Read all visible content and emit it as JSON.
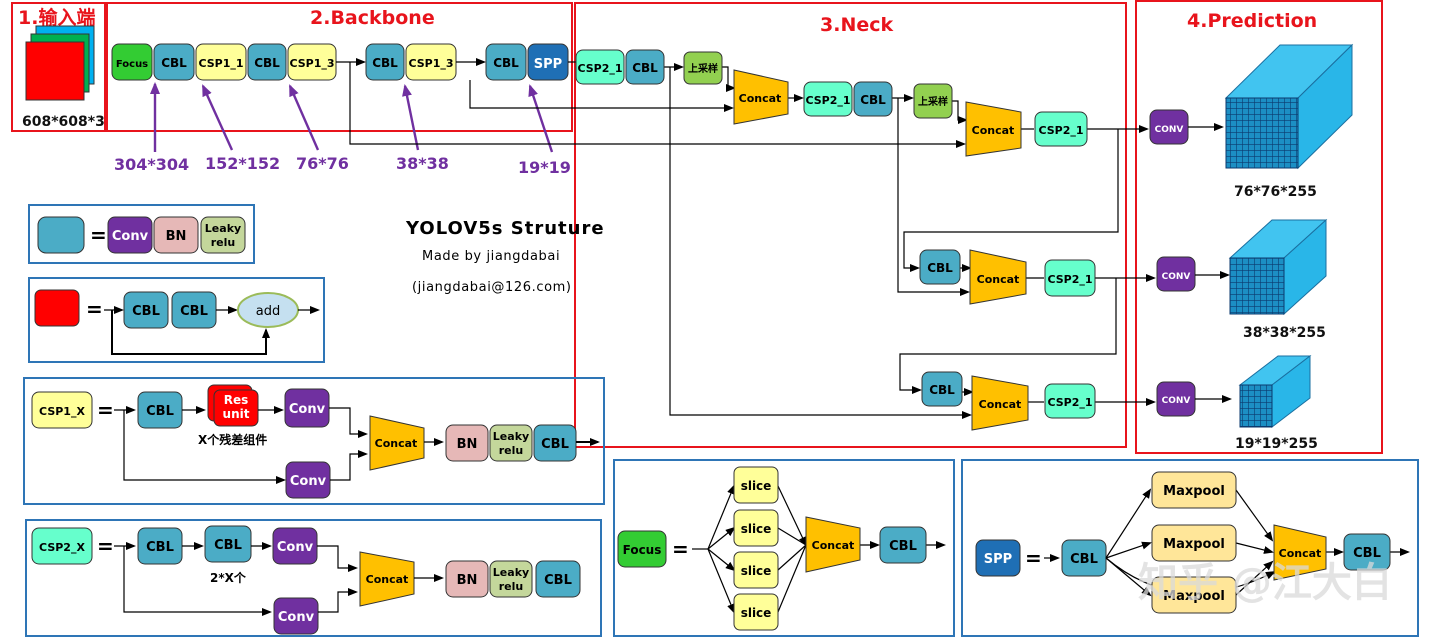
{
  "sections": {
    "input": "1.输入端",
    "backbone": "2.Backbone",
    "neck": "3.Neck",
    "prediction": "4.Prediction"
  },
  "input_size": "608*608*3",
  "backbone_dims": [
    "304*304",
    "152*152",
    "76*76",
    "38*38",
    "19*19"
  ],
  "output_dims": [
    "76*76*255",
    "38*38*255",
    "19*19*255"
  ],
  "title": {
    "main": "YOLOV5s Struture",
    "author": "Made by jiangdabai",
    "email": "(jiangdabai@126.com)"
  },
  "labels": {
    "focus": "Focus",
    "cbl": "CBL",
    "csp1_1": "CSP1_1",
    "csp1_3": "CSP1_3",
    "csp2_1": "CSP2_1",
    "csp2_1_alt": "CSP2_1",
    "spp": "SPP",
    "concat": "Concat",
    "upsample": "上采样",
    "conv": "Conv",
    "conv_upper": "CONV",
    "bn": "BN",
    "leaky": "Leaky",
    "relu": "relu",
    "add": "add",
    "res": "Res",
    "unit": "unit",
    "slice": "slice",
    "maxpool": "Maxpool",
    "csp1_x": "CSP1_X",
    "csp2_x": "CSP2_X",
    "equals": "="
  },
  "captions": {
    "res_units": "X个残差组件",
    "two_x": "2*X个"
  },
  "watermark": "知乎 @江大白",
  "colors": {
    "section_border": "#e8141c",
    "legend_border": "#2e75b6",
    "cbl": "#4bacc6",
    "csp1": "#ffff99",
    "csp2": "#66ffcc",
    "focus": "#33cc33",
    "spp": "#1f6fb5",
    "concat": "#ffc000",
    "conv": "#7030a0",
    "bn": "#e6b8b7",
    "leaky": "#c4d79b",
    "upsample": "#92d050",
    "res": "#ff0000",
    "add": "#c5e0f0",
    "maxpool": "#ffe699",
    "purple_text": "#7030a0",
    "cube": "#29b6e8",
    "cube_dark": "#1c8fc4",
    "cube_grid": "#0b3a6e"
  }
}
